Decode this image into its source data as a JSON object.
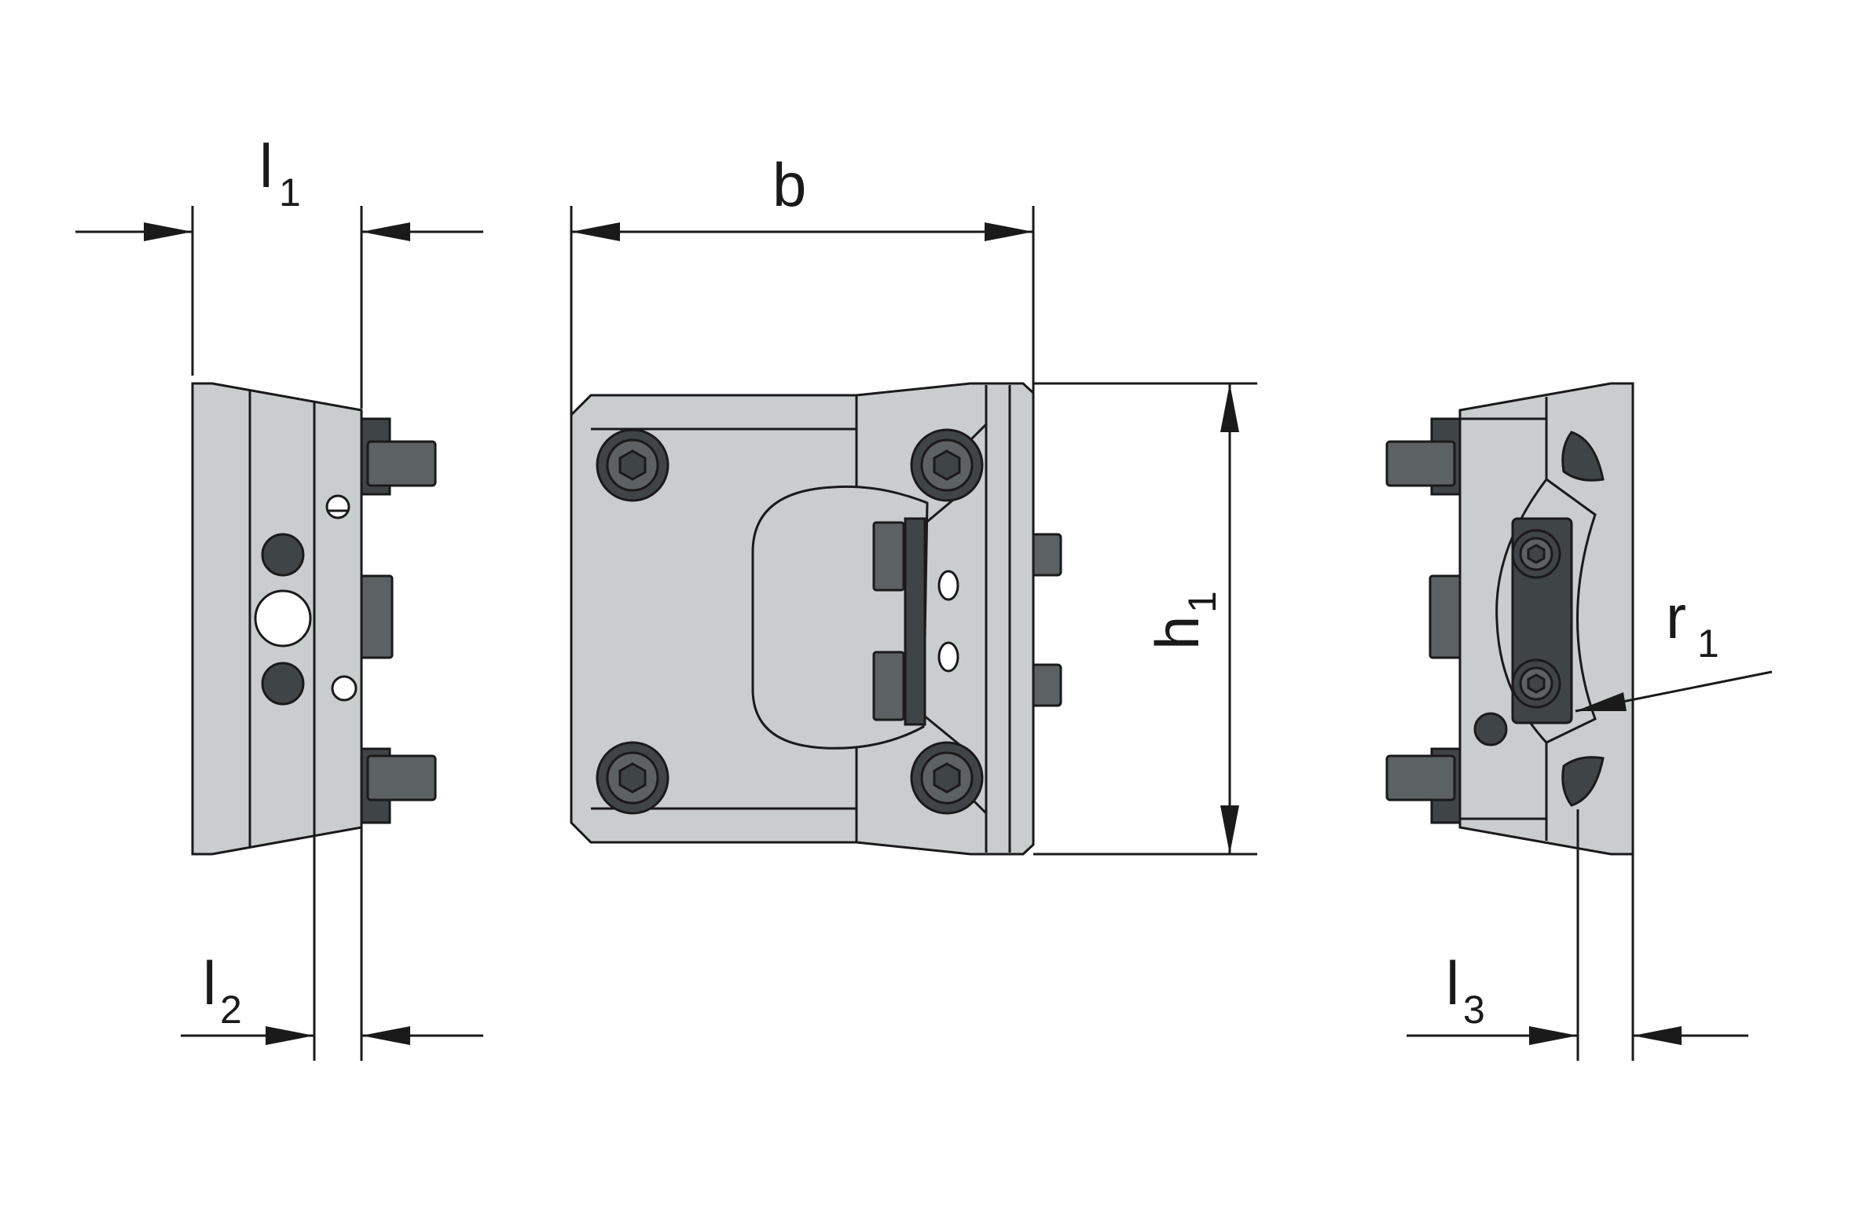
{
  "labels": {
    "l1": {
      "main": "l",
      "sub": "1"
    },
    "b": {
      "main": "b"
    },
    "h1": {
      "main": "h",
      "sub": "1"
    },
    "r1": {
      "main": "r",
      "sub": "1"
    },
    "l2": {
      "main": "l",
      "sub": "2"
    },
    "l3": {
      "main": "l",
      "sub": "3"
    }
  },
  "colors": {
    "line": "#1a1a1a",
    "body_fill": "#c9cdcd",
    "bolt_fill": "#5c6163",
    "background": "#ffffff"
  }
}
